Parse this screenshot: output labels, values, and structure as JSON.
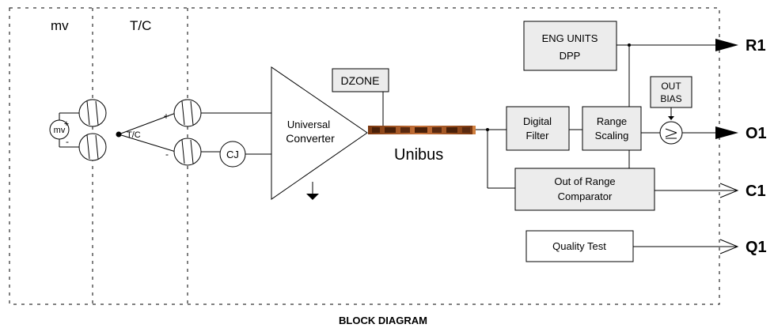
{
  "columns": {
    "mv": "mv",
    "tc": "T/C"
  },
  "inputs": {
    "mv_symbol": "mv",
    "plus": "+",
    "minus": "-",
    "tc_symbol": "T/C",
    "cj": "CJ"
  },
  "blocks": {
    "converter_line1": "Universal",
    "converter_line2": "Converter",
    "dzone": "DZONE",
    "bus": "Unibus",
    "digital_filter_1": "Digital",
    "digital_filter_2": "Filter",
    "range_scaling_1": "Range",
    "range_scaling_2": "Scaling",
    "eng_units_1": "ENG UNITS",
    "eng_units_2": "DPP",
    "out_bias_1": "OUT",
    "out_bias_2": "BIAS",
    "oor_1": "Out of Range",
    "oor_2": "Comparator",
    "quality": "Quality Test"
  },
  "outputs": {
    "r1": "R1",
    "o1": "O1",
    "c1": "C1",
    "q1": "Q1"
  },
  "caption": "BLOCK DIAGRAM",
  "colors": {
    "bus_dark": "#5a2a10",
    "bus_mid": "#b8642a",
    "bus_light": "#e8a070"
  }
}
